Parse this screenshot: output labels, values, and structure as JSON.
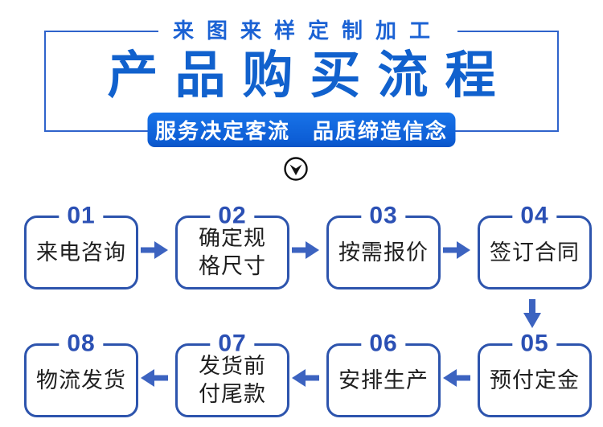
{
  "header": {
    "tagline": "来图来样定制加工",
    "title": "产品购买流程",
    "banner": "服务决定客流　品质缔造信念"
  },
  "flow": {
    "steps": [
      {
        "num": "01",
        "label": "来电咨询"
      },
      {
        "num": "02",
        "label": "确定规\n格尺寸"
      },
      {
        "num": "03",
        "label": "按需报价"
      },
      {
        "num": "04",
        "label": "签订合同"
      },
      {
        "num": "05",
        "label": "预付定金"
      },
      {
        "num": "06",
        "label": "安排生产"
      },
      {
        "num": "07",
        "label": "发货前\n付尾款"
      },
      {
        "num": "08",
        "label": "物流发货"
      }
    ]
  },
  "icons": {
    "scroll_down": "chevron-down-circle",
    "step_forward": "arrow-right",
    "step_backward": "arrow-left",
    "row_break": "arrow-down"
  },
  "colors": {
    "title_blue": "#1161cd",
    "tagline_blue": "#1b62d4",
    "frame_border": "#2f63cb",
    "banner_fill_top": "#1873e8",
    "banner_fill_bottom": "#0a54c6",
    "banner_text": "#ffffff",
    "box_border": "#2d54ad",
    "number_blue": "#2b50b4",
    "arrow_blue": "#3c63c0",
    "step_text": "#1f1f1f",
    "chevron_black": "#111111",
    "background": "#ffffff"
  }
}
